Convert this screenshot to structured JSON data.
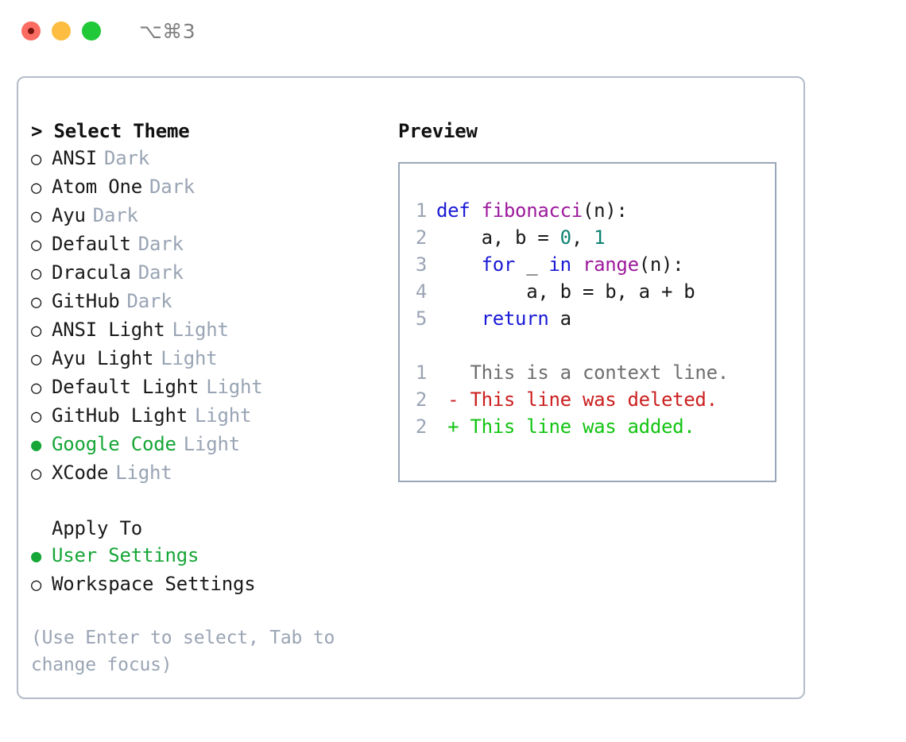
{
  "window": {
    "title": "⌥⌘3",
    "traffic_lights": [
      "close",
      "minimize",
      "maximize"
    ],
    "colors": {
      "close": "#fb6d63",
      "minimize": "#fcbd40",
      "maximize": "#21c838",
      "panel_border": "#b4bcc9",
      "preview_border": "#9aa6b8",
      "accent_green": "#16a637",
      "tag_gray": "#99a4b4",
      "hint_gray": "#9aa4b4"
    }
  },
  "theme_picker": {
    "header": "> Select Theme",
    "bullet_off": "○",
    "bullet_on": "●",
    "items": [
      {
        "name": "ANSI",
        "tag": "Dark",
        "selected": false
      },
      {
        "name": "Atom One",
        "tag": "Dark",
        "selected": false
      },
      {
        "name": "Ayu",
        "tag": "Dark",
        "selected": false
      },
      {
        "name": "Default",
        "tag": "Dark",
        "selected": false
      },
      {
        "name": "Dracula",
        "tag": "Dark",
        "selected": false
      },
      {
        "name": "GitHub",
        "tag": "Dark",
        "selected": false
      },
      {
        "name": "ANSI Light",
        "tag": "Light",
        "selected": false
      },
      {
        "name": "Ayu Light",
        "tag": "Light",
        "selected": false
      },
      {
        "name": "Default Light",
        "tag": "Light",
        "selected": false
      },
      {
        "name": "GitHub Light",
        "tag": "Light",
        "selected": false
      },
      {
        "name": "Google Code",
        "tag": "Light",
        "selected": true
      },
      {
        "name": "XCode",
        "tag": "Light",
        "selected": false
      }
    ]
  },
  "apply_to": {
    "title": "Apply To",
    "items": [
      {
        "name": "User Settings",
        "selected": true
      },
      {
        "name": "Workspace Settings",
        "selected": false
      }
    ]
  },
  "hint": "(Use Enter to select, Tab to change focus)",
  "preview": {
    "title": "Preview",
    "code_lines": [
      {
        "num": "1",
        "tokens": [
          {
            "t": "def ",
            "c": "kw"
          },
          {
            "t": "fibonacci",
            "c": "fn"
          },
          {
            "t": "(n):",
            "c": "plain"
          }
        ]
      },
      {
        "num": "2",
        "tokens": [
          {
            "t": "    a, b = ",
            "c": "plain"
          },
          {
            "t": "0",
            "c": "num"
          },
          {
            "t": ", ",
            "c": "plain"
          },
          {
            "t": "1",
            "c": "num"
          }
        ]
      },
      {
        "num": "3",
        "tokens": [
          {
            "t": "    ",
            "c": "plain"
          },
          {
            "t": "for",
            "c": "kw"
          },
          {
            "t": " _ ",
            "c": "plain"
          },
          {
            "t": "in",
            "c": "kw"
          },
          {
            "t": " ",
            "c": "plain"
          },
          {
            "t": "range",
            "c": "fn"
          },
          {
            "t": "(n):",
            "c": "plain"
          }
        ]
      },
      {
        "num": "4",
        "tokens": [
          {
            "t": "        a, b = b, a + b",
            "c": "plain"
          }
        ]
      },
      {
        "num": "5",
        "tokens": [
          {
            "t": "    ",
            "c": "plain"
          },
          {
            "t": "return",
            "c": "kw"
          },
          {
            "t": " a",
            "c": "plain"
          }
        ]
      }
    ],
    "diff_lines": [
      {
        "num": "1",
        "tokens": [
          {
            "t": "   This is a context line.",
            "c": "ctx"
          }
        ]
      },
      {
        "num": "2",
        "tokens": [
          {
            "t": " - This line was deleted.",
            "c": "del"
          }
        ]
      },
      {
        "num": "2",
        "tokens": [
          {
            "t": " + This line was added.",
            "c": "add"
          }
        ]
      }
    ]
  }
}
